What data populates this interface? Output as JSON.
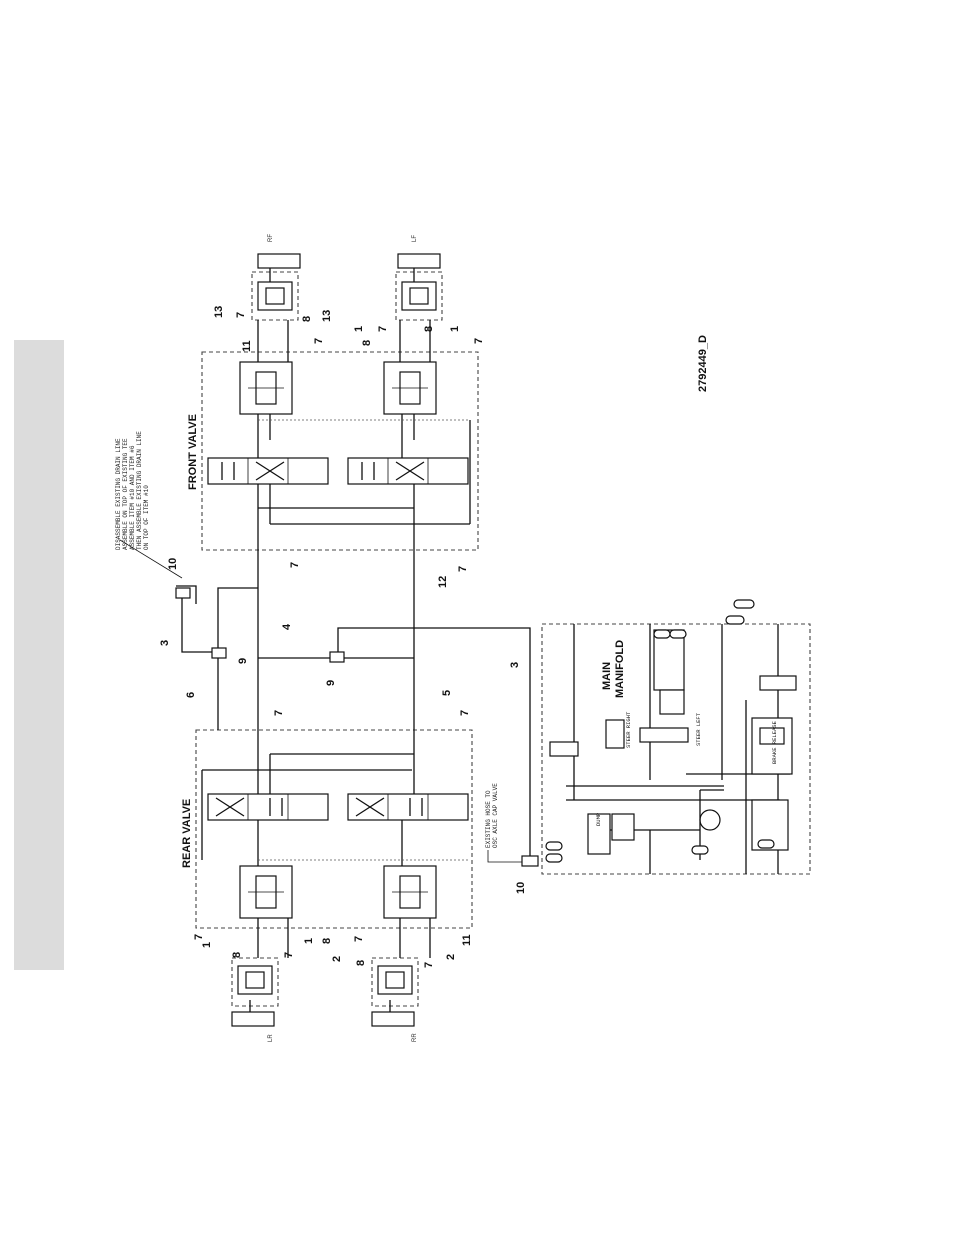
{
  "labels": {
    "front_valve": "FRONT VALVE",
    "rear_valve": "REAR VALVE",
    "main_manifold_1": "MAIN",
    "main_manifold_2": "MANIFOLD",
    "drawing_number": "2792449_D"
  },
  "corners": {
    "rf": "RF",
    "lf": "LF",
    "lr": "LR",
    "rr": "RR"
  },
  "notes": {
    "drain_1": "DISASSEMBLE EXISTING DRAIN LINE",
    "drain_2": "ASSEMBLE ON TOP OF EXISTING TEE",
    "drain_3": "ASSEMBLE ITEM #10 AND ITEM #6",
    "drain_4": "THEN ASSEMBLE EXISTING DRAIN LINE",
    "drain_5": "ON TOP OF ITEM #10",
    "hose_1": "EXISTING HOSE TO",
    "hose_2": "OSC AXLE CAP VALVE"
  },
  "manifold_text": {
    "steer_right": "STEER RIGHT",
    "steer_left": "STEER LEFT",
    "brake_release": "BRAKE RELEASE",
    "dump": "DUMP"
  },
  "callouts": {
    "rf_11": "11",
    "rf_13a": "13",
    "rf_7a": "7",
    "rf_8": "8",
    "rf_13b": "13",
    "rf_7b": "7",
    "lf_1a": "1",
    "lf_8": "8",
    "lf_7a": "7",
    "lf_8b": "8",
    "lf_1b": "1",
    "lf_7b": "7",
    "fv_7a": "7",
    "fv_7b": "7",
    "fv_12": "12",
    "t10": "10",
    "t3": "3",
    "t9a": "9",
    "t6": "6",
    "t4": "4",
    "t9b": "9",
    "t5": "5",
    "t3b": "3",
    "rv_7a": "7",
    "rv_7b": "7",
    "lr_7": "7",
    "lr_1a": "1",
    "lr_8a": "8",
    "lr_7b": "7",
    "lr_1b": "1",
    "lr_8b": "8",
    "rr_7a": "7",
    "rr_2a": "2",
    "rr_8": "8",
    "rr_7b": "7",
    "rr_2b": "2",
    "rr_11": "11",
    "t10b": "10"
  }
}
